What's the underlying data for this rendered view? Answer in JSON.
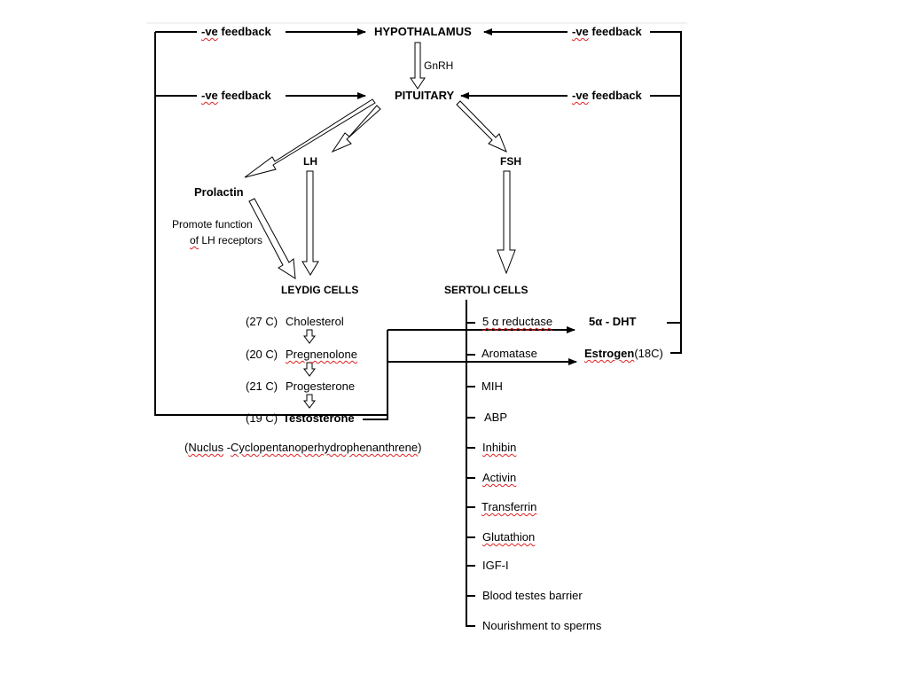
{
  "diagram": {
    "hypothalamus": "HYPOTHALAMUS",
    "pituitary": "PITUITARY",
    "gnrh": "GnRH",
    "feedback_label": "-ve feedback",
    "feedback_prefix": "-ve",
    "feedback_word": "feedback",
    "lh": "LH",
    "fsh": "FSH",
    "prolactin": "Prolactin",
    "prolactin_note_line1": "Promote function",
    "prolactin_note_line2_prefix": "of",
    "prolactin_note_line2_rest": "LH receptors",
    "leydig_cells": "LEYDIG CELLS",
    "sertoli_cells": "SERTOLI CELLS",
    "steroid_pathway": [
      {
        "carbons": "(27 C)",
        "name": "Cholesterol"
      },
      {
        "carbons": "(20 C)",
        "name": "Pregnenolone"
      },
      {
        "carbons": "(21 C)",
        "name": "Progesterone"
      },
      {
        "carbons": "(19 C)",
        "name": "Testosterone"
      }
    ],
    "nucleus_note_open": "(",
    "nucleus_note_word1": "Nuclus",
    "nucleus_note_sep": " -",
    "nucleus_note_word2": "Cyclopentanoperhydrophenanthrene",
    "nucleus_note_close": ")",
    "reductase": "5 α reductase",
    "dht": "5α - DHT",
    "aromatase": "Aromatase",
    "estrogen": "Estrogen",
    "estrogen_suffix": "(18C)",
    "sertoli_products": [
      "MIH",
      "ABP",
      "Inhibin",
      "Activin",
      "Transferrin",
      "Glutathion",
      "IGF-I",
      "Blood testes barrier",
      "Nourishment to sperms"
    ]
  }
}
